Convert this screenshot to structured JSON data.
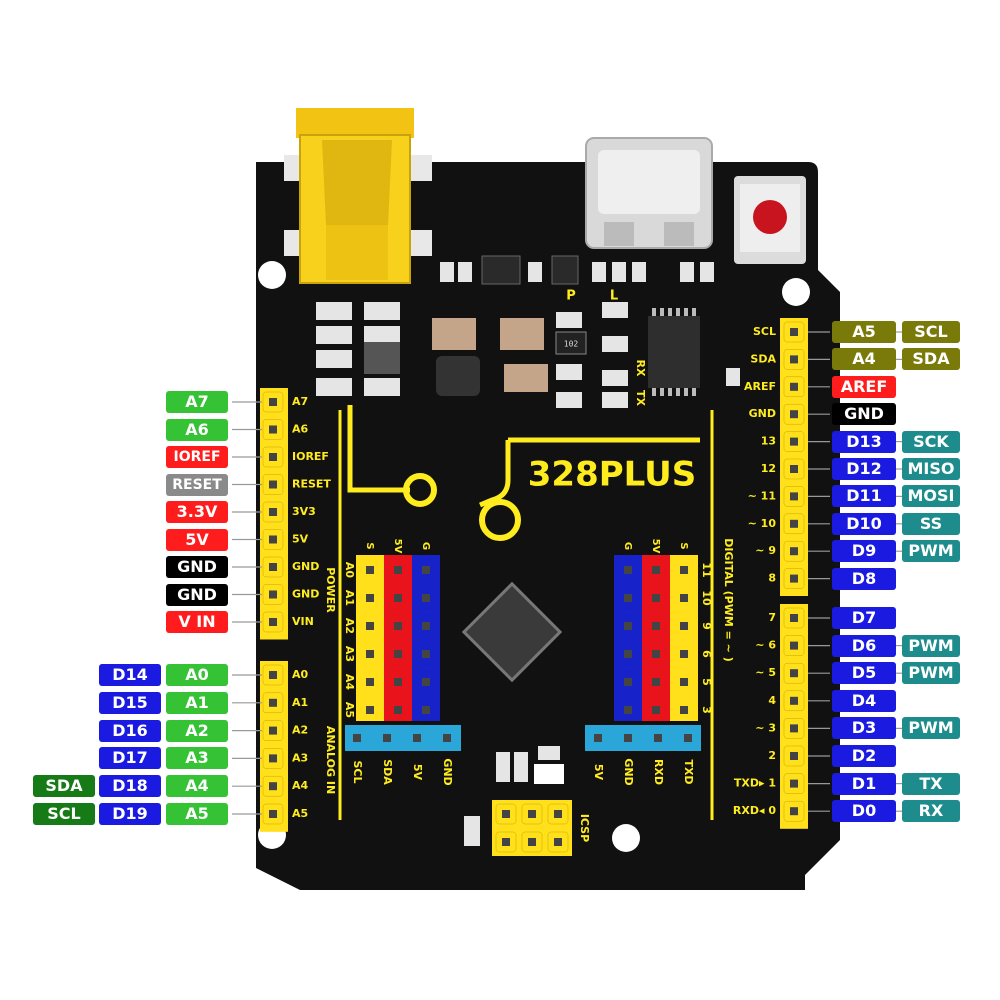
{
  "colors": {
    "green": "#35c235",
    "red": "#ff1c1c",
    "gray": "#8a8a8a",
    "black": "#000000",
    "blue": "#1a1ae0",
    "teal": "#1e8c8c",
    "olive": "#7a7a0a",
    "darkgreen": "#167a16",
    "board": "#111111",
    "silk": "#ffec1f",
    "header_yellow": "#ffe01a",
    "header_red": "#e8131b",
    "header_blue": "#1722c9",
    "header_sky": "#2aa6d9"
  },
  "board": {
    "name": "328PLUS",
    "marks": {
      "p": "P",
      "l": "L",
      "rx": "RX",
      "tx": "TX",
      "chip_code": "102",
      "icsp": "ICSP"
    }
  },
  "left_power": {
    "pins": [
      "A7",
      "A6",
      "IOREF",
      "RESET",
      "3V3",
      "5V",
      "GND",
      "GND",
      "VIN"
    ],
    "group_label": "POWER",
    "tags": [
      {
        "text": "A7",
        "color": "green"
      },
      {
        "text": "A6",
        "color": "green"
      },
      {
        "text": "IOREF",
        "color": "red"
      },
      {
        "text": "RESET",
        "color": "gray"
      },
      {
        "text": "3.3V",
        "color": "red"
      },
      {
        "text": "5V",
        "color": "red"
      },
      {
        "text": "GND",
        "color": "black"
      },
      {
        "text": "GND",
        "color": "black"
      },
      {
        "text": "V IN",
        "color": "red"
      }
    ]
  },
  "left_analog": {
    "pins": [
      "A0",
      "A1",
      "A2",
      "A3",
      "A4",
      "A5"
    ],
    "group_label": "ANALOG IN",
    "rows": [
      {
        "analog": "A0",
        "digital": "D14",
        "extra": ""
      },
      {
        "analog": "A1",
        "digital": "D15",
        "extra": ""
      },
      {
        "analog": "A2",
        "digital": "D16",
        "extra": ""
      },
      {
        "analog": "A3",
        "digital": "D17",
        "extra": ""
      },
      {
        "analog": "A4",
        "digital": "D18",
        "extra": "SDA"
      },
      {
        "analog": "A5",
        "digital": "D19",
        "extra": "SCL"
      }
    ]
  },
  "right_top": {
    "pins": [
      "SCL",
      "SDA",
      "AREF",
      "GND",
      "13",
      "12",
      "~ 11",
      "~ 10",
      "~ 9",
      "8"
    ],
    "rows": [
      {
        "main": "A5",
        "main_color": "olive",
        "extra": "SCL",
        "extra_color": "olive"
      },
      {
        "main": "A4",
        "main_color": "olive",
        "extra": "SDA",
        "extra_color": "olive"
      },
      {
        "main": "AREF",
        "main_color": "red",
        "extra": "",
        "extra_color": ""
      },
      {
        "main": "GND",
        "main_color": "black",
        "extra": "",
        "extra_color": ""
      },
      {
        "main": "D13",
        "main_color": "blue",
        "extra": "SCK",
        "extra_color": "teal"
      },
      {
        "main": "D12",
        "main_color": "blue",
        "extra": "MISO",
        "extra_color": "teal"
      },
      {
        "main": "D11",
        "main_color": "blue",
        "extra": "MOSI",
        "extra_color": "teal"
      },
      {
        "main": "D10",
        "main_color": "blue",
        "extra": "SS",
        "extra_color": "teal"
      },
      {
        "main": "D9",
        "main_color": "blue",
        "extra": "PWM",
        "extra_color": "teal"
      },
      {
        "main": "D8",
        "main_color": "blue",
        "extra": "",
        "extra_color": ""
      }
    ]
  },
  "right_bottom": {
    "pins": [
      "7",
      "~ 6",
      "~ 5",
      "4",
      "~ 3",
      "2",
      "TXD▸ 1",
      "RXD◂ 0"
    ],
    "group_label": "DIGITAL (PWM = ~ )",
    "rows": [
      {
        "main": "D7",
        "extra": ""
      },
      {
        "main": "D6",
        "extra": "PWM"
      },
      {
        "main": "D5",
        "extra": "PWM"
      },
      {
        "main": "D4",
        "extra": ""
      },
      {
        "main": "D3",
        "extra": "PWM"
      },
      {
        "main": "D2",
        "extra": ""
      },
      {
        "main": "D1",
        "extra": "TX"
      },
      {
        "main": "D0",
        "extra": "RX"
      }
    ]
  },
  "center_left_block": {
    "col_labels": [
      "S",
      "5V",
      "G"
    ],
    "row_labels": [
      "A0",
      "A1",
      "A2",
      "A3",
      "A4",
      "A5"
    ],
    "i2c_labels": [
      "SCL",
      "SDA",
      "5V",
      "GND"
    ]
  },
  "center_right_block": {
    "col_labels": [
      "G",
      "5V",
      "S"
    ],
    "row_labels": [
      "11",
      "10",
      "9",
      "6",
      "5",
      "3"
    ],
    "uart_labels": [
      "5V",
      "GND",
      "RXD",
      "TXD"
    ]
  }
}
